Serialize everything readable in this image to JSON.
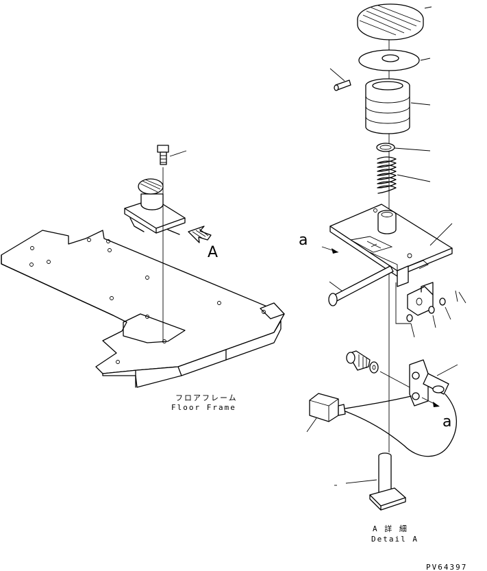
{
  "labels": {
    "view_arrow_letter": "A",
    "section_arrow_top": "a",
    "section_arrow_bottom": "a",
    "floor_frame_jp": "フロアフレーム",
    "floor_frame_en": "Floor Frame",
    "detail_a_jp": "A 詳 細",
    "detail_a_en": "Detail A",
    "drawing_id": "PV64397"
  }
}
